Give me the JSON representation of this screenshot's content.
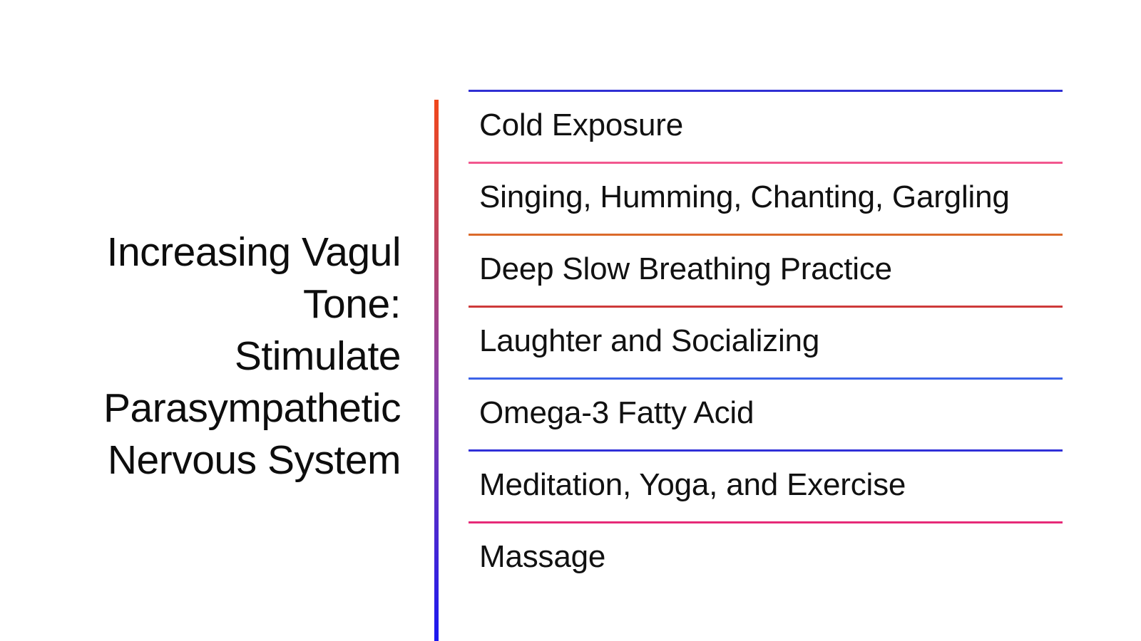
{
  "slide": {
    "background_color": "#FFFFFF",
    "title": {
      "lines": [
        "Increasing Vagul",
        "Tone:",
        "Stimulate",
        "Parasympathetic",
        "Nervous System"
      ],
      "full_text": "Increasing Vagul Tone: Stimulate Parasympathetic Nervous System",
      "align": "right",
      "color": "#0D0D0D"
    },
    "divider": {
      "orientation": "vertical",
      "gradient_from": "#F1471B",
      "gradient_mid": "#8C3FA6",
      "gradient_to": "#1A18F0"
    },
    "list": {
      "items": [
        {
          "label": "Cold Exposure",
          "rule_color": "#2F2FD4"
        },
        {
          "label": "Singing, Humming, Chanting, Gargling",
          "rule_color": "#F2578E"
        },
        {
          "label": "Deep Slow Breathing Practice",
          "rule_color": "#DB6A2B"
        },
        {
          "label": "Laughter and Socializing",
          "rule_color": "#CE3A3A"
        },
        {
          "label": "Omega-3 Fatty Acid",
          "rule_color": "#3C63E8"
        },
        {
          "label": "Meditation, Yoga, and Exercise",
          "rule_color": "#3030D8"
        },
        {
          "label": "Massage",
          "rule_color": "#E62A78"
        }
      ]
    }
  }
}
